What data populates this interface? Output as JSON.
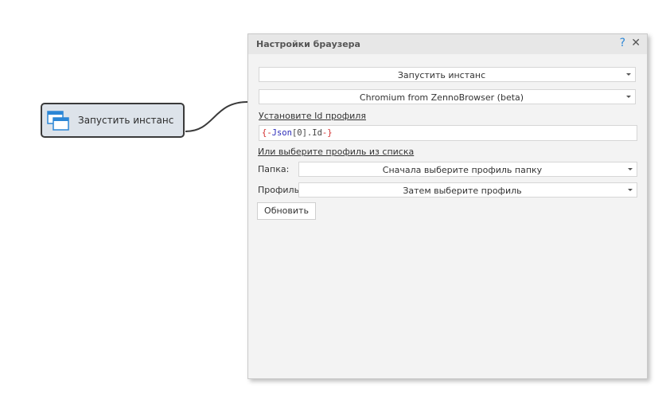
{
  "node": {
    "label": "Запустить инстанс",
    "icon": "browser-windows-icon"
  },
  "panel": {
    "title": "Настройки браузера",
    "help_glyph": "?",
    "close_glyph": "✕",
    "action_select": {
      "value": "Запустить инстанс"
    },
    "browser_select": {
      "value": "Chromium from ZennoBrowser (beta)"
    },
    "set_id_link": "Установите Id профиля",
    "profile_id": {
      "value": "{-Json[0].Id-}",
      "parts": {
        "open": "{-",
        "var": "Json",
        "mid": "[0].",
        "field": "Id",
        "close": "-}"
      }
    },
    "choose_from_list_link": "Или выберите профиль из списка",
    "folder_label": "Папка:",
    "folder_select": {
      "value": "Сначала выберите профиль папку"
    },
    "profile_label": "Профиль:",
    "profile_select": {
      "value": "Затем выберите профиль"
    },
    "refresh_button": "Обновить"
  },
  "colors": {
    "accent": "#2b86d6",
    "variable_brace": "#d22a2a",
    "variable_name": "#2a2ab8",
    "node_fill": "#dde3ea",
    "panel_bg": "#f3f3f3"
  }
}
